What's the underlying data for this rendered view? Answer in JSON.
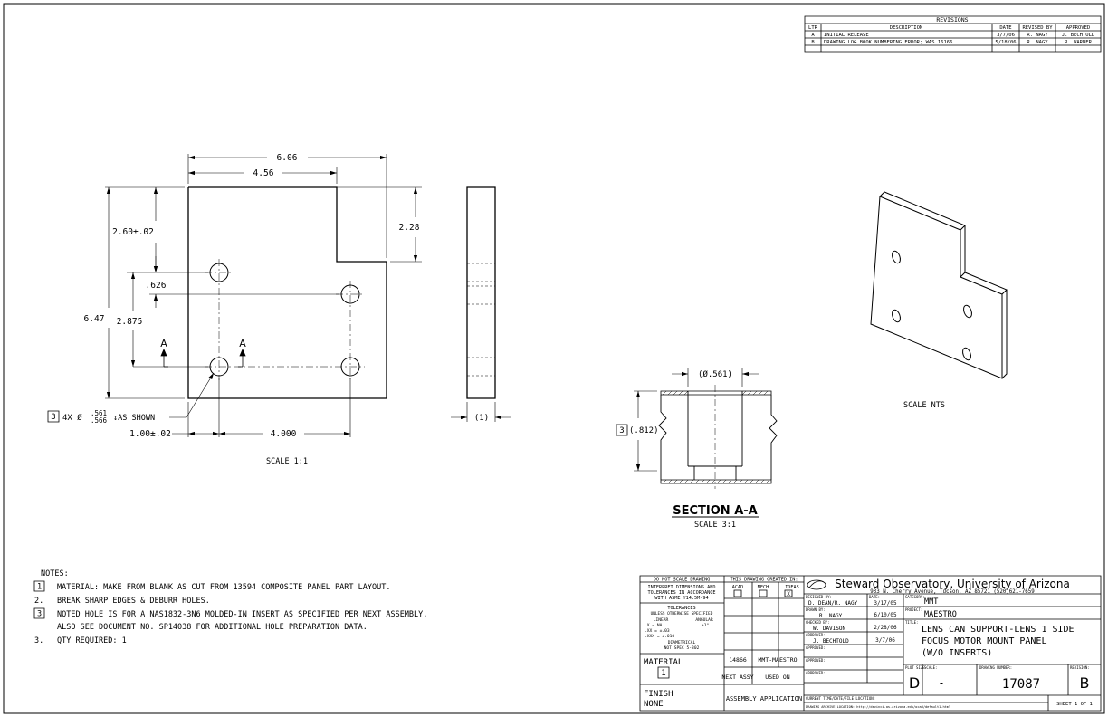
{
  "revisions": {
    "title": "REVISIONS",
    "headers": [
      "LTR",
      "DESCRIPTION",
      "DATE",
      "REVISED BY",
      "APPROVED"
    ],
    "rows": [
      [
        "A",
        "INITIAL RELEASE",
        "3/7/06",
        "R. NAGY",
        "J. BECHTOLD"
      ],
      [
        "B",
        "DRAWING LOG BOOK NUMBERING ERROR; WAS 16166",
        "5/18/06",
        "R. NAGY",
        "R. WARNER"
      ]
    ]
  },
  "front_view": {
    "dim_overall_width": "6.06",
    "dim_notch_width": "4.56",
    "dim_notch_height": "2.28",
    "dim_top_to_hole": "2.60±.02",
    "dim_hole_offset": ".626",
    "dim_overall_height": "6.47",
    "dim_hole_vertical": "2.875",
    "dim_edge_to_hole": "1.00±.02",
    "dim_hole_spacing": "4.000",
    "section_marker": "A",
    "hole_callout_ref": "3",
    "hole_callout_text": "4X Ø",
    "hole_callout_upper": ".561",
    "hole_callout_lower": ".566",
    "hole_callout_depth": "↧AS SHOWN",
    "scale": "SCALE 1:1"
  },
  "side_view": {
    "dim_thickness": "(1)"
  },
  "section_view": {
    "dim_diameter": "(Ø.561)",
    "dim_depth_ref": "3",
    "dim_depth": "(.812)",
    "title": "SECTION A-A",
    "scale": "SCALE 3:1"
  },
  "iso_view": {
    "scale": "SCALE NTS"
  },
  "notes": {
    "heading": "NOTES:",
    "items": [
      {
        "marker": "1",
        "text": "MATERIAL: MAKE FROM BLANK AS CUT FROM 13594 COMPOSITE PANEL PART LAYOUT."
      },
      {
        "marker": "2.",
        "text": "BREAK SHARP EDGES & DEBURR HOLES."
      },
      {
        "marker": "3",
        "text": "NOTED HOLE IS FOR A NAS1832-3N6 MOLDED-IN INSERT AS SPECIFIED PER NEXT ASSEMBLY."
      },
      {
        "marker": "",
        "text": "ALSO SEE DOCUMENT NO. SP14038 FOR ADDITIONAL HOLE PREPARATION DATA."
      },
      {
        "marker": "3.",
        "text": "QTY REQUIRED: 1"
      }
    ]
  },
  "title_block": {
    "do_not_scale": "DO NOT SCALE DRAWING",
    "interpret_1": "INTERPRET DIMENSIONS AND",
    "interpret_2": "TOLERANCES IN ACCORDANCE",
    "interpret_3": "WITH ASME Y14.5M-94",
    "tolerances": "TOLERANCES",
    "unless": "UNLESS OTHERWISE SPECIFIED",
    "linear": "LINEAR",
    "angular": "ANGULAR",
    "tol_x": ".X   = NA",
    "tol_xx": ".XX  = ±.03",
    "tol_xxx": ".XXX = ±.010",
    "tol_ang": "±1°",
    "diametrical": "DIAMETRICAL",
    "spec": "NOT SPEC 5-302",
    "material_label": "MATERIAL",
    "material_ref": "1",
    "finish_label": "FINISH",
    "finish_value": "NONE",
    "created_in": "THIS DRAWING CREATED IN:",
    "created_opts": [
      "ACAD",
      "MECH",
      "IDEAS"
    ],
    "created_checked": "X",
    "next_assy_num": "14866",
    "next_assy_proj": "MMT-MAESTRO",
    "next_assy": "NEXT ASSY",
    "used_on": "USED ON",
    "assembly_application": "ASSEMBLY APPLICATION",
    "org_name": "Steward Observatory, University of Arizona",
    "org_address": "933 N. Cherry Avenue, Tucson, AZ 85721  (520)621-7659",
    "designed_label": "DESIGNED BY:",
    "designed_by": "D. DEAN/R. NAGY",
    "date_label": "DATE:",
    "designed_date": "3/17/05",
    "drawn_label": "DRAWN BY:",
    "drawn_by": "R. NAGY",
    "drawn_date": "6/10/05",
    "checked_label": "CHECKED BY:",
    "checked_by": "W. DAVISON",
    "checked_date": "2/28/06",
    "approved_label": "APPROVED:",
    "approved_by": "J. BECHTOLD",
    "approved_date": "3/7/06",
    "category_label": "CATEGORY:",
    "category": "MMT",
    "project_label": "PROJECT:",
    "project": "MAESTRO",
    "title_label": "TITLE:",
    "title_1": "LENS CAN SUPPORT-LENS 1 SIDE",
    "title_2": "FOCUS MOTOR MOUNT PANEL",
    "title_3": "(W/O INSERTS)",
    "plot_size_label": "PLOT SIZE",
    "plot_size": "D",
    "scale_label": "SCALE:",
    "scale": "-",
    "drawing_number_label": "DRAWING NUMBER:",
    "drawing_number": "17087",
    "revision_label": "REVISION:",
    "revision": "B",
    "current_time_label": "CURRENT TIME/DATE/FILE LOCATION:",
    "archive": "DRAWING ARCHIVE LOCATION: http://devinci.as.arizona.edu/ocad/default1.html",
    "sheet": "SHEET 1 OF 1"
  }
}
